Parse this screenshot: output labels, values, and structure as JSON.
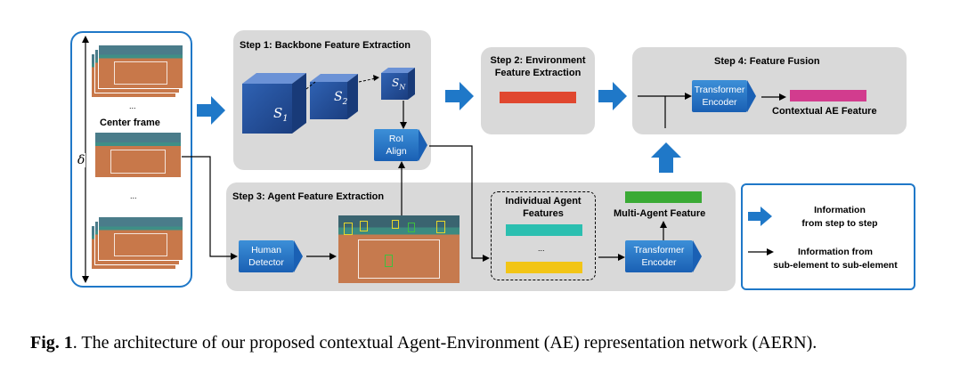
{
  "left_panel": {
    "ellipsis_top": "...",
    "center_label": "Center frame",
    "ellipsis_bottom": "...",
    "delta_symbol": "δ"
  },
  "step1": {
    "title": "Step 1: Backbone Feature Extraction",
    "cube_labels": [
      "S",
      "S",
      "S"
    ],
    "cube_subscripts": [
      "1",
      "2",
      "N"
    ],
    "roi_label_1": "RoI",
    "roi_label_2": "Align"
  },
  "step2": {
    "title_1": "Step 2: Environment",
    "title_2": "Feature Extraction",
    "bar_color": "#e0472f"
  },
  "step3": {
    "title": "Step 3: Agent Feature Extraction",
    "human_detector_1": "Human",
    "human_detector_2": "Detector",
    "individual_title_1": "Individual Agent",
    "individual_title_2": "Features",
    "ellipsis": "...",
    "multi_agent_label": "Multi-Agent Feature",
    "transformer_1": "Transformer",
    "transformer_2": "Encoder",
    "bar_colors": {
      "teal": "#2bbfb0",
      "yellow": "#f2c516",
      "green": "#3aaa35"
    }
  },
  "step4": {
    "title": "Step 4: Feature Fusion",
    "transformer_1": "Transformer",
    "transformer_2": "Encoder",
    "output_label": "Contextual AE Feature",
    "bar_color": "#d23c8e"
  },
  "legend": {
    "item1_1": "Information",
    "item1_2": "from step to step",
    "item2_1": "Information from",
    "item2_2": "sub-element to sub-element"
  },
  "caption": {
    "prefix": "Fig. 1",
    "text": ". The architecture of our proposed contextual Agent-Environment (AE) representation network (AERN)."
  },
  "colors": {
    "accent_blue": "#1f78c8",
    "panel_gray": "#d9d9d9"
  }
}
